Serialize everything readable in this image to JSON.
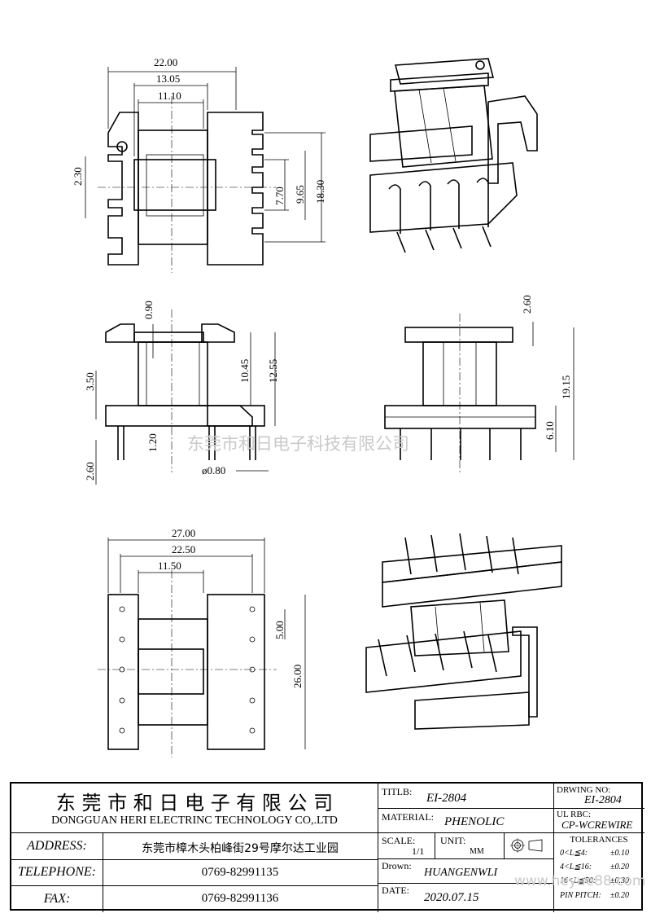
{
  "dimensions": {
    "top_view": {
      "w_total": "22.00",
      "w_inner": "13.05",
      "w_core": "11.10",
      "h_slot": "2.30",
      "h_inner": "7.70",
      "h_mid": "9.65",
      "h_total": "18.30"
    },
    "side_view_left": {
      "top_gap": "0.90",
      "lower": "3.50",
      "mid": "10.45",
      "height": "12.55",
      "pin_offset": "1.20",
      "pin_len": "2.60",
      "pin_dia": "ø0.80"
    },
    "side_view_right": {
      "top": "2.60",
      "height": "19.15",
      "base": "6.10"
    },
    "bottom_view": {
      "w_total": "27.00",
      "w_mid": "22.50",
      "w_core": "11.50",
      "pitch": "5.00",
      "h_total": "26.00"
    }
  },
  "watermark": {
    "cn": "东莞市和日电子科技有限公司",
    "url": "www.heyue88.com"
  },
  "title_block": {
    "company_cn": "东 莞 市 和 日 电 子 有 限 公 司",
    "company_en": "DONGGUAN HERI ELECTRINC TECHNOLOGY CO,.LTD",
    "address_label": "ADDRESS:",
    "address_value": "东莞市樟木头柏峰街29号摩尔达工业园",
    "telephone_label": "TELEPHONE:",
    "telephone_value": "0769-82991135",
    "fax_label": "FAX:",
    "fax_value": "0769-82991136",
    "title_label": "TITLB:",
    "title_value": "EI-2804",
    "material_label": "MATERIAL:",
    "material_value": "PHENOLIC",
    "scale_label": "SCALE:",
    "scale_value": "1/1",
    "unit_label": "UNIT:",
    "unit_value": "MM",
    "drawn_label": "Drown:",
    "drawn_value": "HUANGENWLI",
    "date_label": "DATE:",
    "date_value": "2020.07.15",
    "drawing_no_label": "DRWING NO:",
    "drawing_no_value": "EI-2804",
    "ul_label": "UL RBC:",
    "ul_value": "CP-WCREWIRE",
    "tolerances_label": "TOLERANCES",
    "tol_rows": [
      {
        "range": "0<L≦4:",
        "value": "±0.10"
      },
      {
        "range": "4<L≦16:",
        "value": "±0.20"
      },
      {
        "range": "16<L≦50:",
        "value": "±0.30"
      },
      {
        "range": "PIN PITCH:",
        "value": "±0.20"
      }
    ]
  }
}
